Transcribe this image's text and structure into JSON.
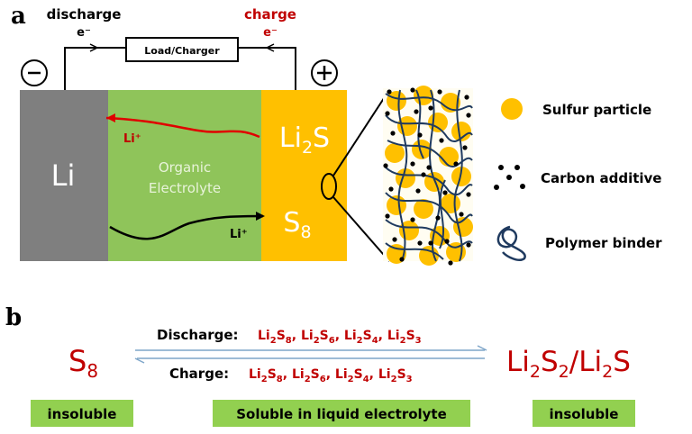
{
  "panel_a": {
    "label": "a",
    "discharge_label": "discharge",
    "discharge_e": "e⁻",
    "charge_label": "charge",
    "charge_e": "e⁻",
    "load_label": "Load/Charger",
    "minus_sign": "−",
    "plus_sign": "+",
    "anode_label": "Li",
    "electrolyte_line1": "Organic",
    "electrolyte_line2": "Electrolyte",
    "li_ion_top": "Li⁺",
    "li_ion_bottom": "Li⁺",
    "cathode_top": "Li",
    "cathode_top_sub": "2",
    "cathode_top_suffix": "S",
    "cathode_bottom": "S",
    "cathode_bottom_sub": "8",
    "legend": {
      "sulfur": "Sulfur particle",
      "carbon": "Carbon additive",
      "binder": "Polymer binder"
    }
  },
  "panel_b": {
    "label": "b",
    "left_species": "S",
    "left_species_sub": "8",
    "right_species": "Li2S2/Li2S",
    "discharge_label": "Discharge:",
    "charge_label": "Charge:",
    "polysulfides": "Li2S8, Li2S6, Li2S4, Li2S3",
    "box_left": "insoluble",
    "box_middle": "Soluble in liquid electrolyte",
    "box_right": "insoluble"
  },
  "colors": {
    "anode_gray": "#7f7f7f",
    "electrolyte_green": "#8fc45a",
    "cathode_yellow": "#ffc000",
    "red_text": "#c00000",
    "box_green": "#92d050",
    "binder_blue": "#1f3a5f",
    "arrow_blue": "#7fa6c9"
  }
}
